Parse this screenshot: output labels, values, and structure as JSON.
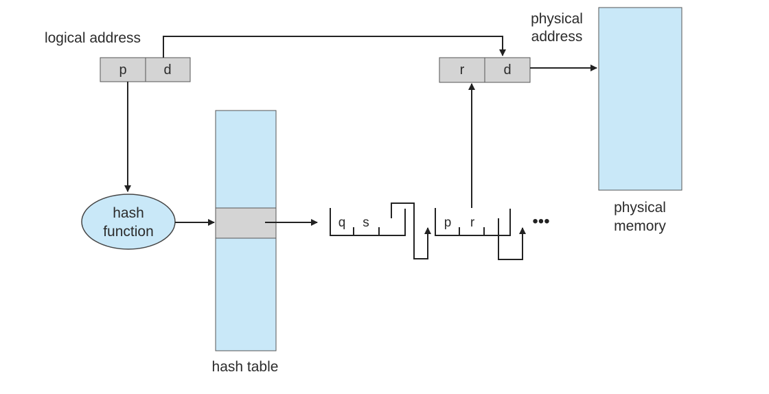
{
  "logical_address": {
    "label": "logical address",
    "cells": [
      "p",
      "d"
    ]
  },
  "physical_address": {
    "label_lines": [
      "physical",
      "address"
    ],
    "cells": [
      "r",
      "d"
    ]
  },
  "hash_function": {
    "label_lines": [
      "hash",
      "function"
    ]
  },
  "hash_table": {
    "label": "hash table"
  },
  "physical_memory": {
    "label_lines": [
      "physical",
      "memory"
    ]
  },
  "chain": {
    "entries": [
      {
        "fields": [
          "q",
          "s"
        ]
      },
      {
        "fields": [
          "p",
          "r"
        ]
      }
    ],
    "continuation": "•••"
  },
  "colors": {
    "memory_fill": "#c9e8f8",
    "register_fill": "#d4d4d4",
    "line": "#222222"
  }
}
